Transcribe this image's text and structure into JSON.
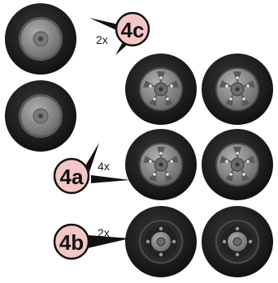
{
  "groups": [
    {
      "label": "4c",
      "quantity": "2x",
      "wheel_style": "plain-hub"
    },
    {
      "label": "4a",
      "quantity": "4x",
      "wheel_style": "spoked-hub"
    },
    {
      "label": "4b",
      "quantity": "2x",
      "wheel_style": "hubcap"
    }
  ],
  "colors": {
    "tire": "#1b1b1b",
    "tire_shine": "#3a3a3a",
    "rim": "#8f8f8f",
    "hub": "#5e5e5e",
    "badge_fill": "#f4c6c6",
    "badge_stroke": "#111111",
    "pointer": "#111111"
  }
}
